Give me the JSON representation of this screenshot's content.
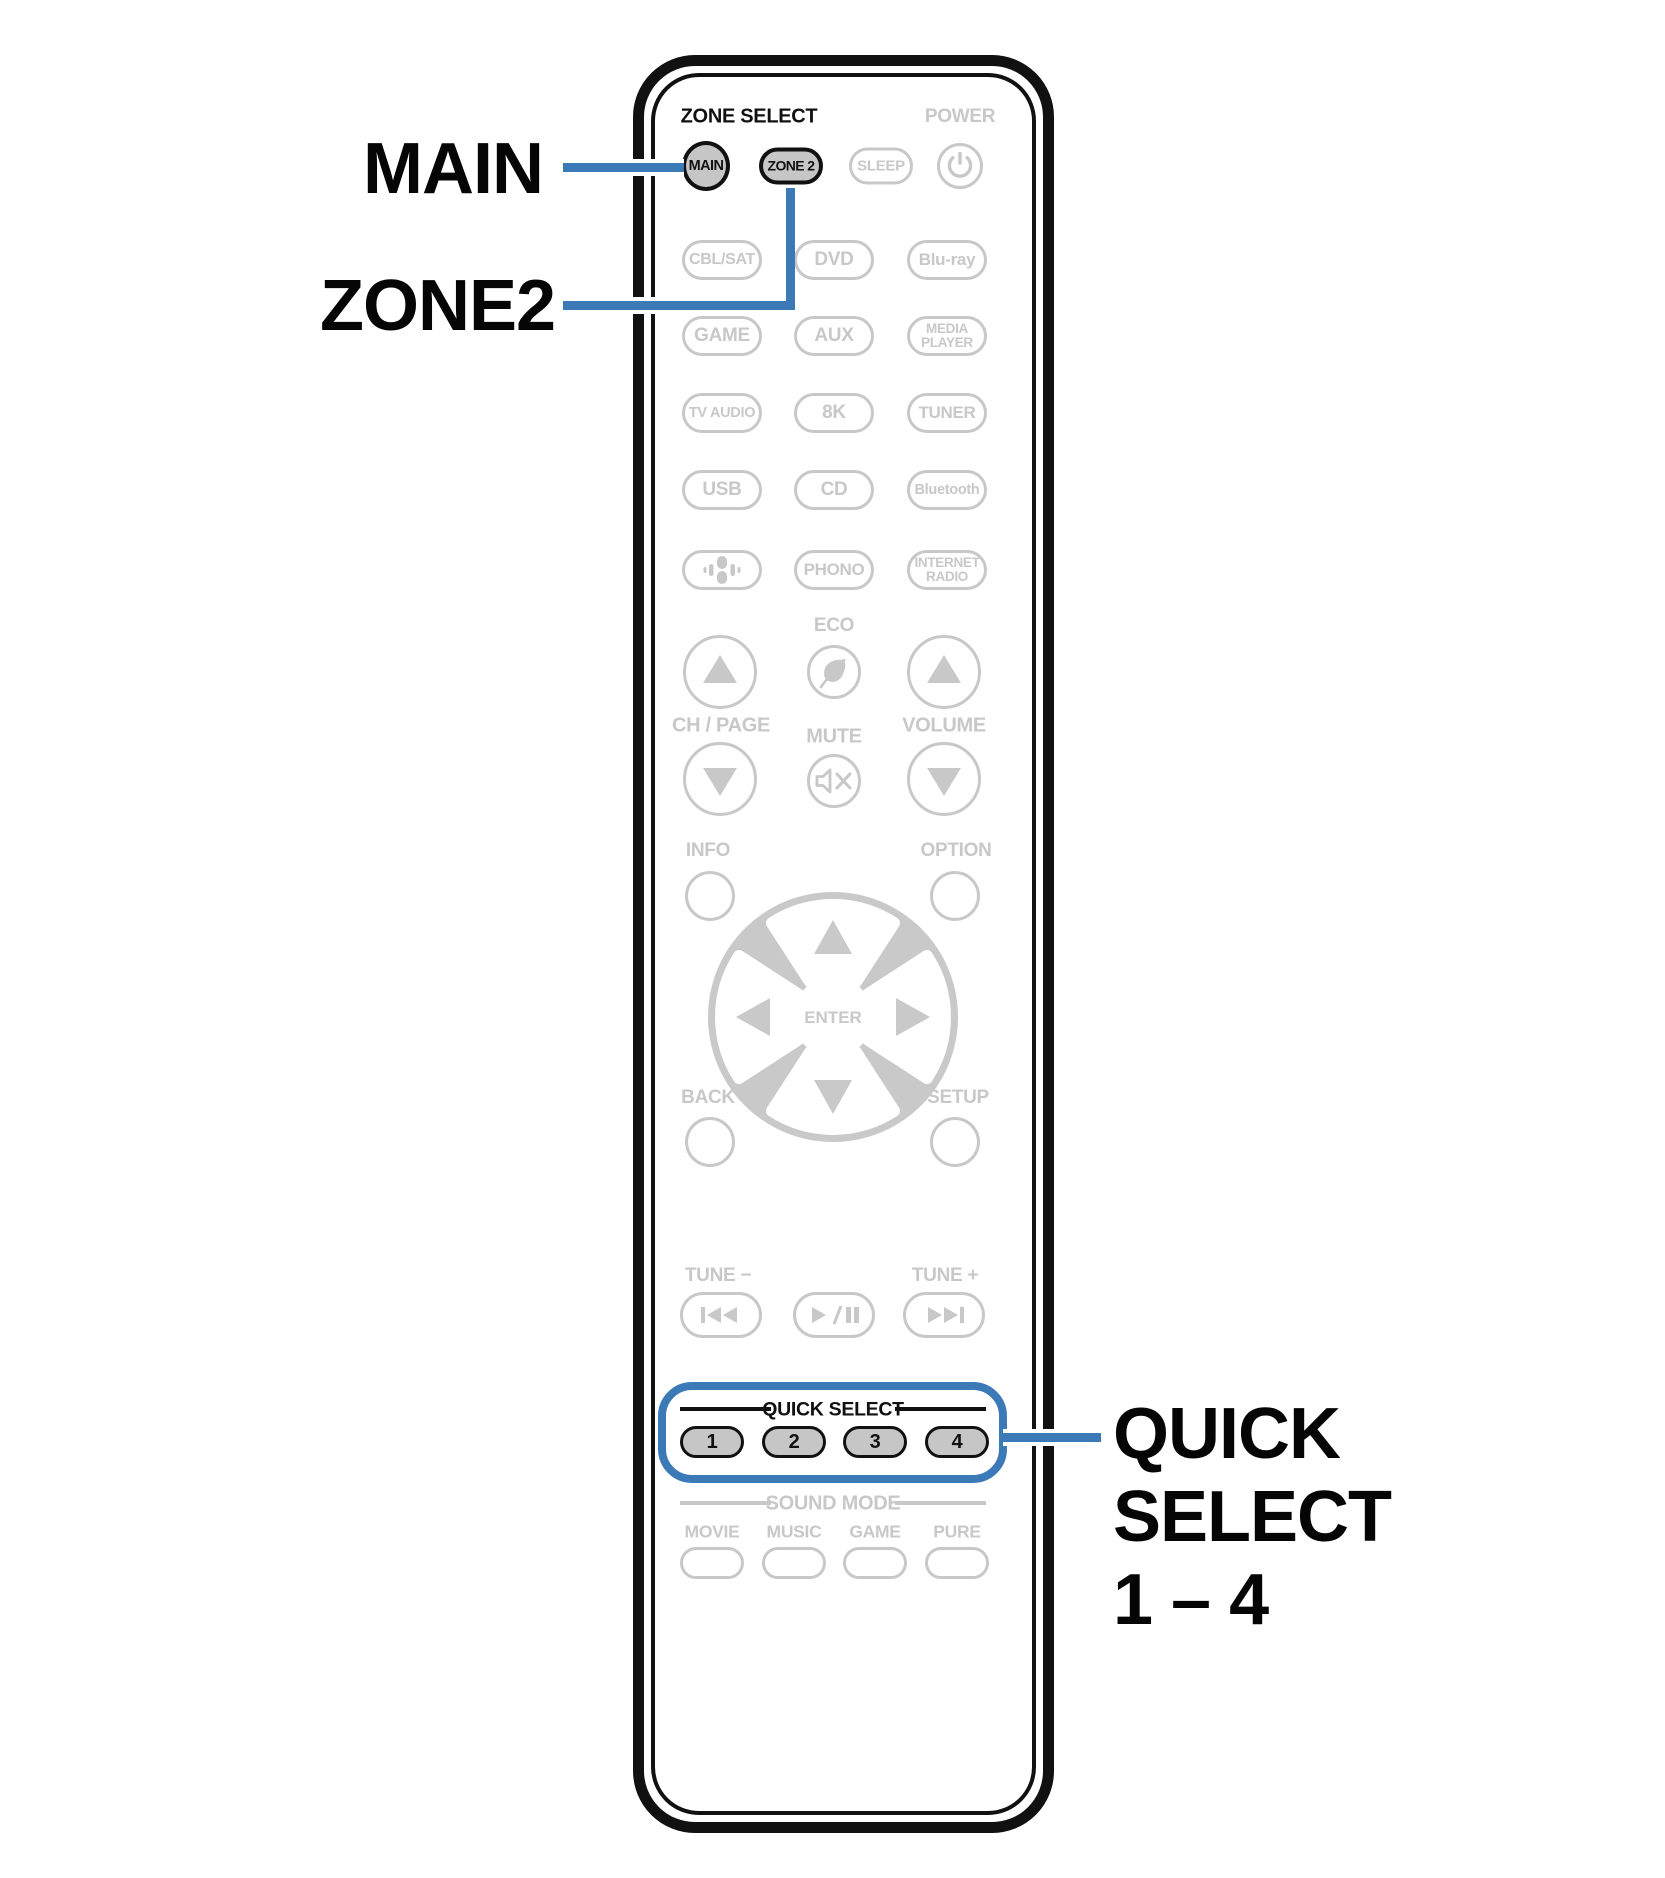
{
  "colors": {
    "accent_blue": "#3b79b7",
    "line_gray": "#c8c8c8",
    "button_fill_gray": "#c6c6c6",
    "ink": "#111111"
  },
  "callouts": {
    "main": "MAIN",
    "zone2": "ZONE2",
    "quick_select_lines": [
      "QUICK",
      "SELECT",
      "1 – 4"
    ]
  },
  "remote": {
    "zone_select_label": "ZONE SELECT",
    "power_label": "POWER",
    "main_button": "MAIN",
    "zone2_button": "ZONE 2",
    "sleep_button": "SLEEP",
    "sources": {
      "cbl_sat": "CBL/SAT",
      "dvd": "DVD",
      "blu_ray": "Blu-ray",
      "game": "GAME",
      "aux": "AUX",
      "media_player": [
        "MEDIA",
        "PLAYER"
      ],
      "tv_audio": "TV AUDIO",
      "eight_k": "8K",
      "tuner": "TUNER",
      "usb": "USB",
      "cd": "CD",
      "bluetooth": "Bluetooth",
      "phono": "PHONO",
      "internet_radio": [
        "INTERNET",
        "RADIO"
      ]
    },
    "eco_label": "ECO",
    "ch_page_label": "CH / PAGE",
    "mute_label": "MUTE",
    "volume_label": "VOLUME",
    "info_label": "INFO",
    "option_label": "OPTION",
    "enter_label": "ENTER",
    "back_label": "BACK",
    "setup_label": "SETUP",
    "tune_minus_label": "TUNE −",
    "tune_plus_label": "TUNE +",
    "quick_select": {
      "title": "QUICK SELECT",
      "buttons": [
        "1",
        "2",
        "3",
        "4"
      ]
    },
    "sound_mode": {
      "title": "SOUND MODE",
      "labels": [
        "MOVIE",
        "MUSIC",
        "GAME",
        "PURE"
      ]
    }
  },
  "icons": {
    "power": "power symbol (circle with bar)",
    "eco": "leaf in circle",
    "mute": "speaker with X",
    "sound_select": "audio bars",
    "skip_back": "previous track",
    "play_pause": "play / pause",
    "skip_forward": "next track",
    "cursor": "up / down / left / right triangles",
    "channel_volume": "up / down triangles"
  }
}
